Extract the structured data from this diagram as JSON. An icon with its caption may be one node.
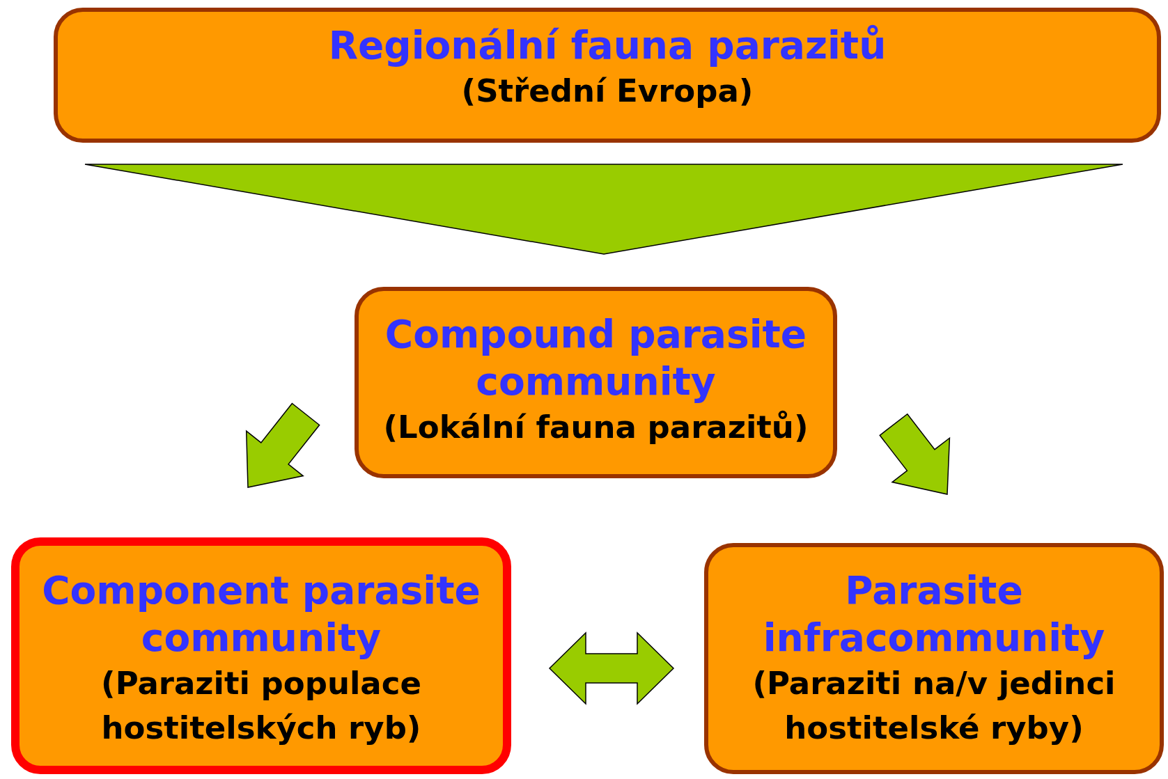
{
  "diagram": {
    "nodes": [
      {
        "text": [
          "Regionální fauna parazitů",
          "(Střední Evropa)"
        ]
      },
      {
        "text": [
          "Compound parasite community",
          "(Lokální fauna parazitů)"
        ]
      },
      {
        "text": [
          "Component parasite community",
          "(Paraziti populace hostitelských ryb)"
        ]
      },
      {
        "text": [
          "Parasite infracommunity",
          "(Paraziti na/v jedinci hostitelské ryby)"
        ]
      }
    ],
    "edges": [
      {
        "from": 0,
        "to": 1,
        "arrow": "to"
      },
      {
        "from": 1,
        "to": 2,
        "arrow": "to"
      },
      {
        "from": 1,
        "to": 3,
        "arrow": "to"
      },
      {
        "from": 2,
        "to": 3,
        "arrow": "both"
      }
    ]
  }
}
